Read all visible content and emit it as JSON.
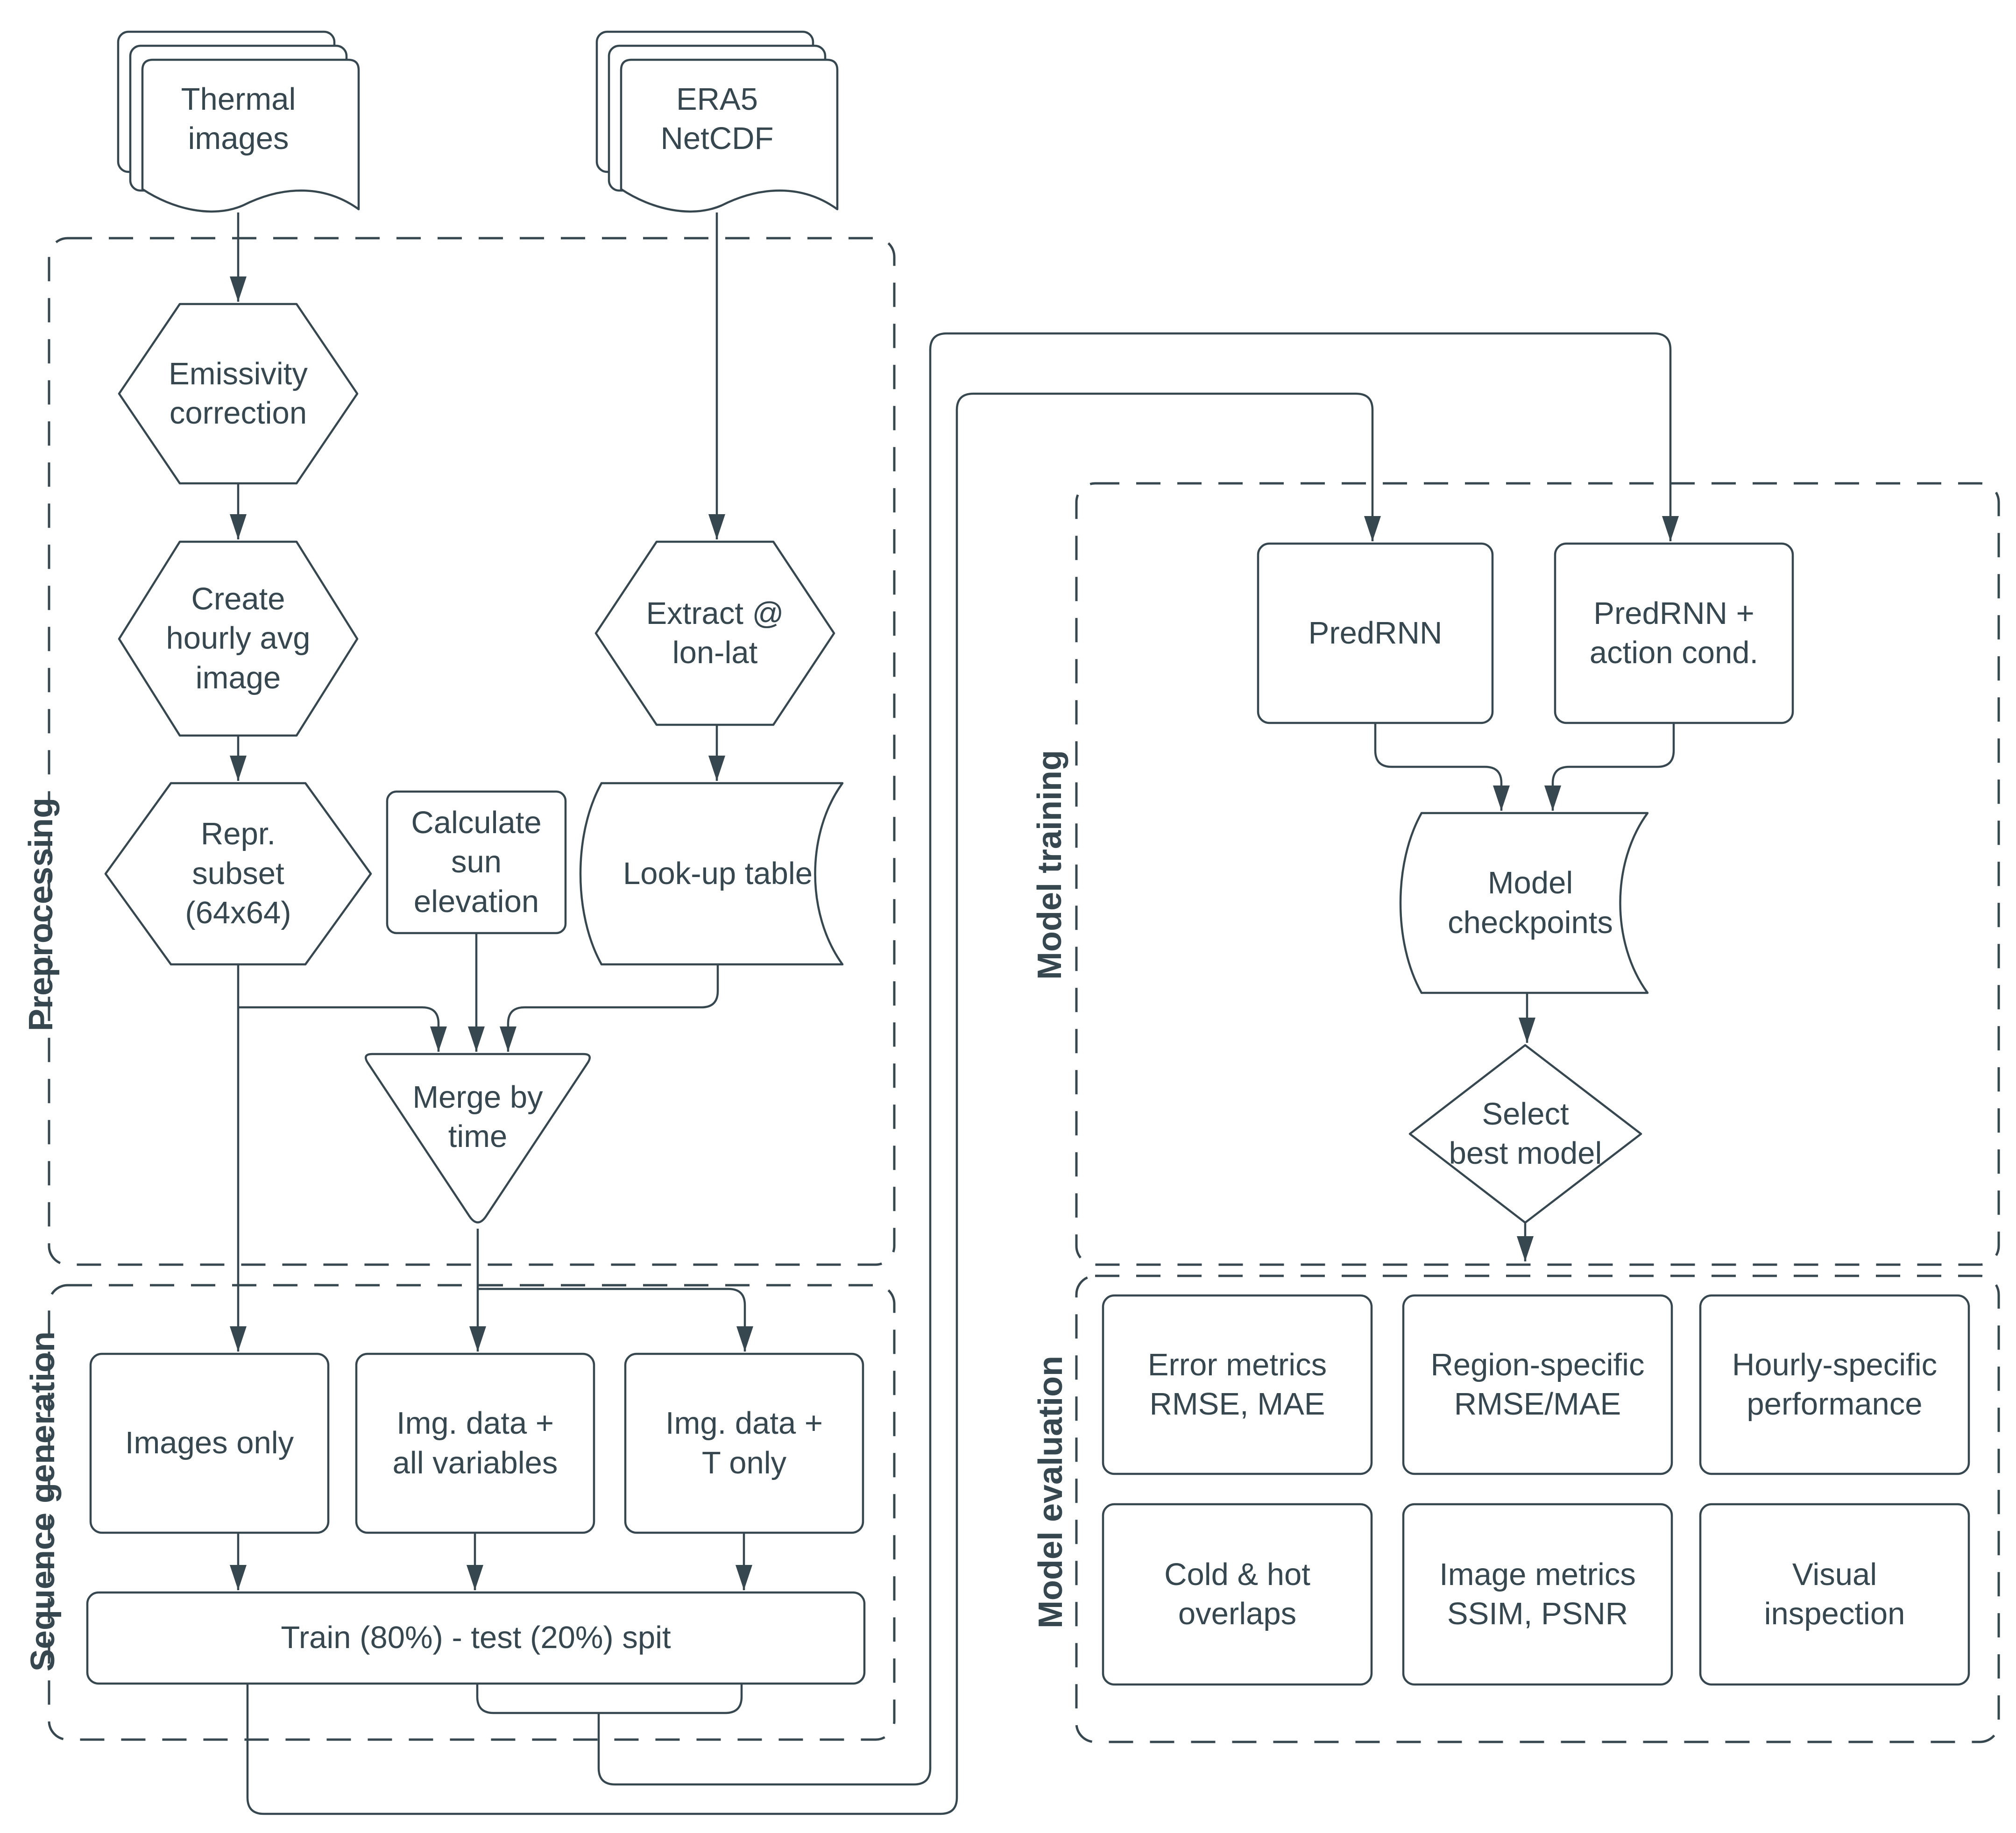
{
  "colors": {
    "stroke": "#37474f",
    "text": "#37474f",
    "canvas": "#ffffff"
  },
  "sections": {
    "preprocessing": {
      "label": "Preprocessing"
    },
    "sequence_generation": {
      "label": "Sequence generation"
    },
    "model_training": {
      "label": "Model training"
    },
    "model_evaluation": {
      "label": "Model evaluation"
    }
  },
  "nodes": {
    "thermal_images": {
      "label": "Thermal\nimages",
      "shape": "multi-document"
    },
    "era5_netcdf": {
      "label": "ERA5\nNetCDF",
      "shape": "multi-document"
    },
    "emissivity_correction": {
      "label": "Emissivity\ncorrection",
      "shape": "hexagon"
    },
    "create_hourly_avg": {
      "label": "Create\nhourly avg\nimage",
      "shape": "hexagon"
    },
    "repr_subset": {
      "label": "Repr.\nsubset\n(64x64)",
      "shape": "hexagon"
    },
    "calculate_sun_elevation": {
      "label": "Calculate\nsun\nelevation",
      "shape": "rounded-rect"
    },
    "extract_lonlat": {
      "label": "Extract @\nlon-lat",
      "shape": "hexagon"
    },
    "lookup_table": {
      "label": "Look-up table",
      "shape": "stored-data"
    },
    "merge_by_time": {
      "label": "Merge by\ntime",
      "shape": "inverted-triangle"
    },
    "images_only": {
      "label": "Images only",
      "shape": "rounded-rect"
    },
    "img_data_all_variables": {
      "label": "Img. data +\nall variables",
      "shape": "rounded-rect"
    },
    "img_data_t_only": {
      "label": "Img. data +\nT only",
      "shape": "rounded-rect"
    },
    "train_test_split": {
      "label": "Train (80%) - test (20%) spit",
      "shape": "rounded-rect"
    },
    "predrnn": {
      "label": "PredRNN",
      "shape": "rounded-rect"
    },
    "predrnn_action_cond": {
      "label": "PredRNN +\naction cond.",
      "shape": "rounded-rect"
    },
    "model_checkpoints": {
      "label": "Model\ncheckpoints",
      "shape": "stored-data"
    },
    "select_best_model": {
      "label": "Select\nbest model",
      "shape": "diamond"
    },
    "error_metrics": {
      "label": "Error metrics\nRMSE, MAE",
      "shape": "rounded-rect"
    },
    "region_specific": {
      "label": "Region-specific\nRMSE/MAE",
      "shape": "rounded-rect"
    },
    "hourly_specific": {
      "label": "Hourly-specific\nperformance",
      "shape": "rounded-rect"
    },
    "cold_hot_overlaps": {
      "label": "Cold & hot\noverlaps",
      "shape": "rounded-rect"
    },
    "image_metrics": {
      "label": "Image metrics\nSSIM, PSNR",
      "shape": "rounded-rect"
    },
    "visual_inspection": {
      "label": "Visual\ninspection",
      "shape": "rounded-rect"
    }
  }
}
